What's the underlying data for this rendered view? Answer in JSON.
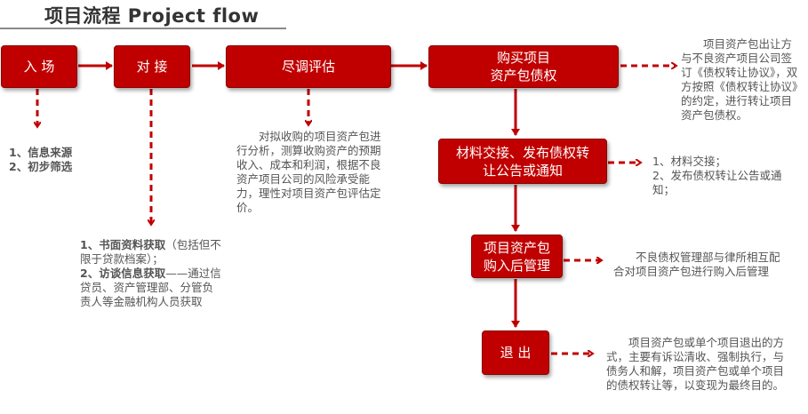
{
  "title": "项目流程  Project flow",
  "steps": {
    "enter": "入 场",
    "contact": "对 接",
    "due_diligence": "尽调评估",
    "purchase": "购买项目\n资产包债权",
    "handover": "材料交接、发布债权转\n让公告或通知",
    "post_mgmt": "项目资产包\n购入后管理",
    "exit": "退 出"
  },
  "notes": {
    "enter_1": "1、信息来源",
    "enter_2": "2、初步筛选",
    "contact_1_bold": "1、书面资料获取",
    "contact_1_rest": "（包括但不限于贷款档案）；",
    "contact_2_bold": "2、访谈信息获取",
    "contact_2_rest": "——通过信贷员、资产管理部、分管负责人等金融机构人员获取",
    "due_diligence": "　　对拟收购的项目资产包进行分析，测算收购资产的预期收入、成本和利润，根据不良资产项目公司的风险承受能力，理性对项目资产包评估定价。",
    "purchase": "　　项目资产包出让方与不良资产项目公司签订《债权转让协议》，双方按照《债权转让协议》的约定，进行转让项目资产包债权。",
    "handover_1": "1、材料交接；",
    "handover_2": "2、发布债权转让公告或通知；",
    "post_mgmt": "　　不良债权管理部与律所相互配合对项目资产包进行购入后管理",
    "exit": "　　项目资产包或单个项目退出的方式，主要有诉讼清收、强制执行，与债务人和解，项目资产包或单个项目的债权转让等，以变现为最终目的。"
  },
  "colors": {
    "box": "#c00000",
    "arrow": "#c00000",
    "note_text": "#555555"
  }
}
